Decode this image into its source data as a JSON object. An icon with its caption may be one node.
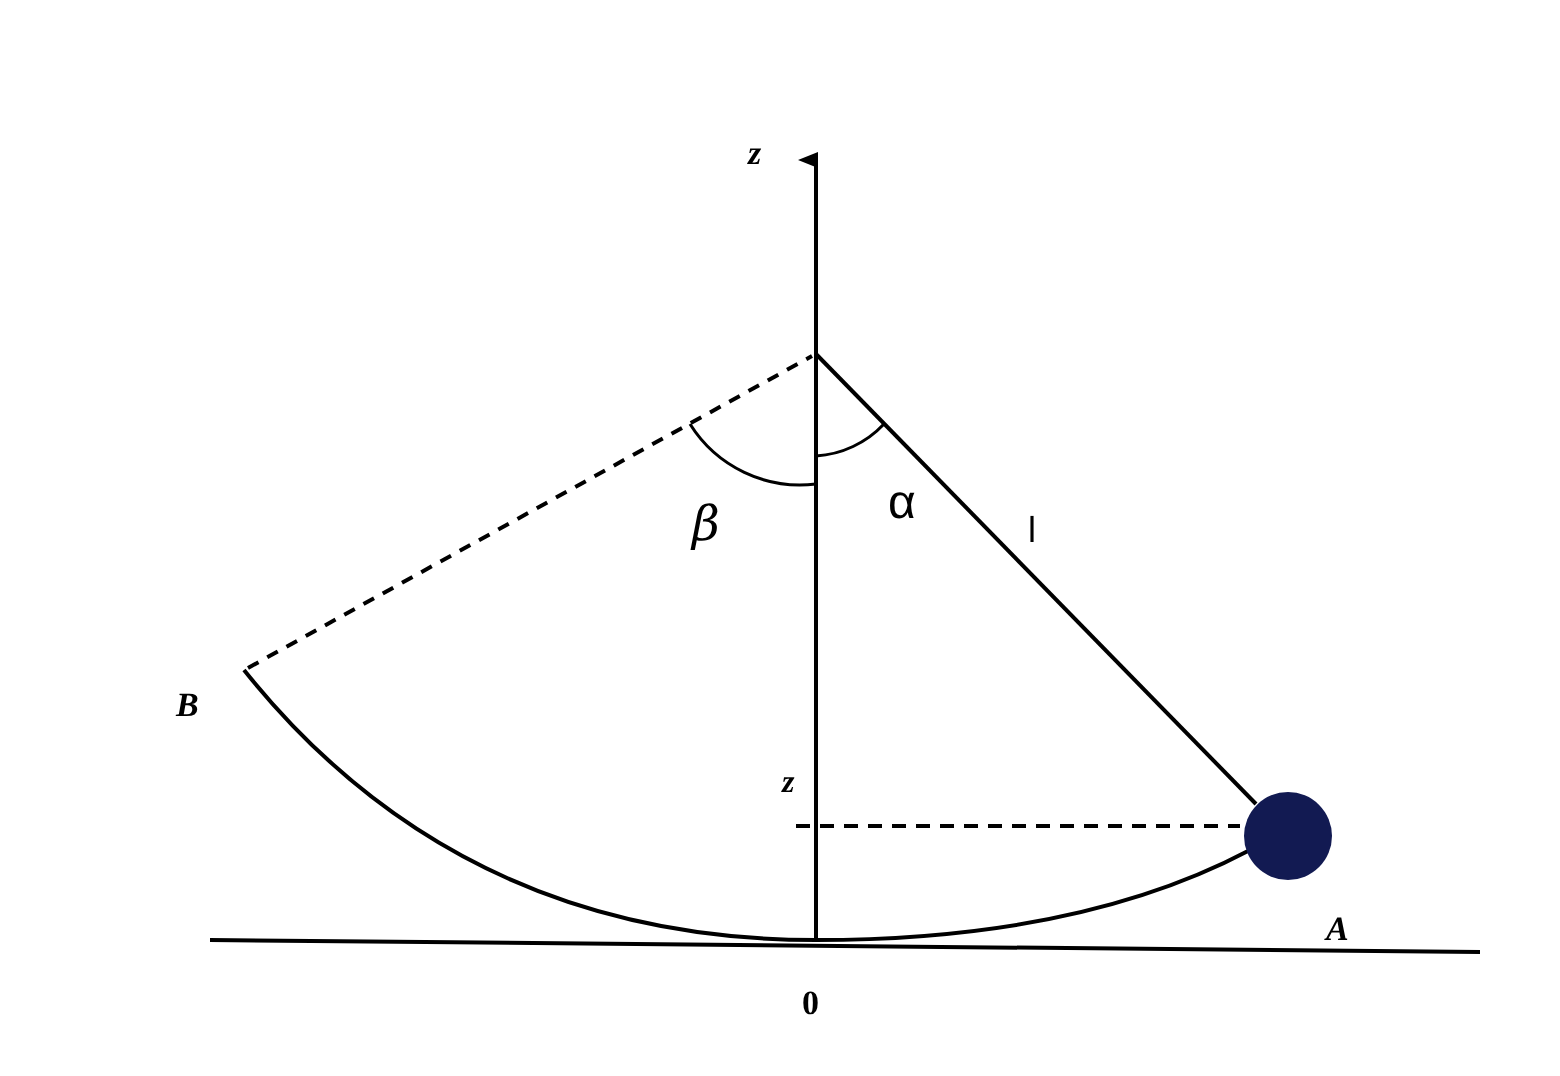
{
  "diagram": {
    "labels": [
      "z",
      "β",
      "α",
      "l",
      "B",
      "z",
      "0",
      "A"
    ]
  }
}
